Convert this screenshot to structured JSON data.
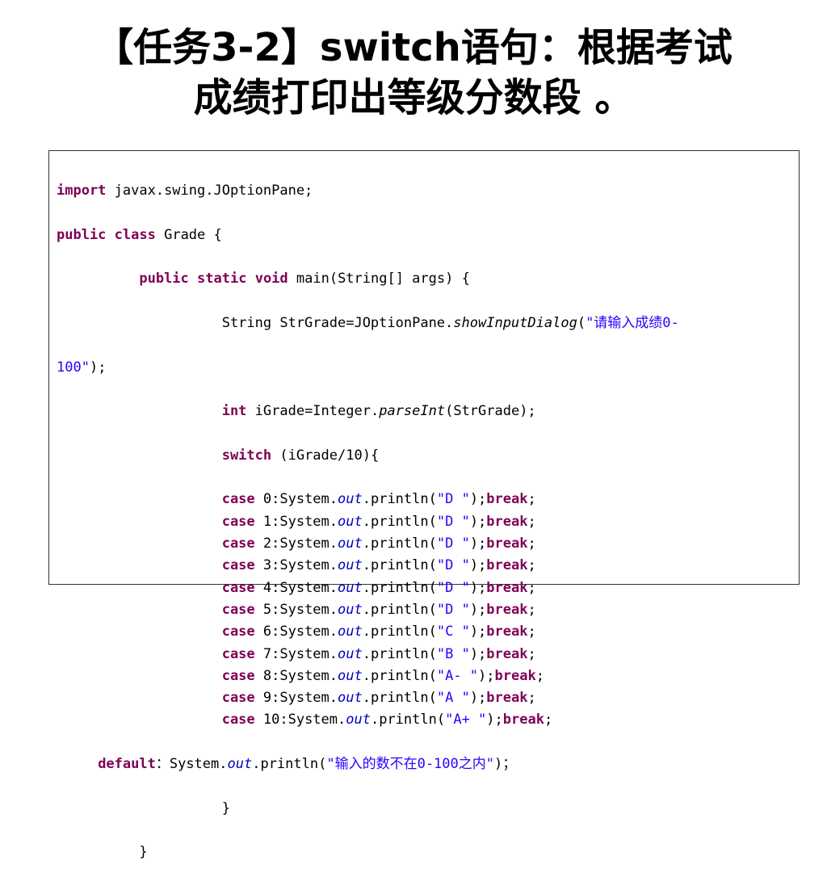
{
  "slide": {
    "title_line1": "【任务3-2】switch语句：根据考试",
    "title_line2": "成绩打印出等级分数段 。"
  },
  "code": {
    "l1": {
      "kw": "import",
      "rest": " javax.swing.JOptionPane;"
    },
    "l2": {
      "kw1": "public",
      "kw2": "class",
      "rest": " Grade {"
    },
    "l3": {
      "indent": "          ",
      "kw1": "public",
      "kw2": "static",
      "kw3": "void",
      "rest": " main(String[] args) {"
    },
    "l4": {
      "indent": "                    ",
      "pre": "String StrGrade=JOptionPane.",
      "method": "showInputDialog",
      "open": "(",
      "str": "\"请输入成绩0-"
    },
    "l5": {
      "str": "100\"",
      "rest": ");"
    },
    "l6": {
      "indent": "                    ",
      "kw": "int",
      "pre": " iGrade=Integer.",
      "method": "parseInt",
      "rest": "(StrGrade);"
    },
    "l7": {
      "indent": "                    ",
      "kw": "switch",
      "rest": " (iGrade/10){"
    },
    "cases": [
      {
        "num": " 0:System.",
        "str": "\"D \""
      },
      {
        "num": " 1:System.",
        "str": "\"D \""
      },
      {
        "num": " 2:System.",
        "str": "\"D \""
      },
      {
        "num": " 3:System.",
        "str": "\"D \""
      },
      {
        "num": " 4:System.",
        "str": "\"D \""
      },
      {
        "num": " 5:System.",
        "str": "\"D \""
      },
      {
        "num": " 6:System.",
        "str": "\"C \""
      },
      {
        "num": " 7:System.",
        "str": "\"B \""
      },
      {
        "num": " 8:System.",
        "str": "\"A- \""
      },
      {
        "num": " 9:System.",
        "str": "\"A \""
      },
      {
        "num": " 10:System.",
        "str": "\"A+ \""
      }
    ],
    "case_indent": "                    ",
    "case_kw": "case",
    "out": "out",
    "println": ".println(",
    "close": ");",
    "break_kw": "break",
    "semi": ";",
    "default": {
      "indent": "     ",
      "kw": "default",
      "pre": "：System.",
      "out": "out",
      "mid": ".println(",
      "str": "\"输入的数不在0-100之内\"",
      "rest": ")；"
    },
    "close1": {
      "indent": "                    ",
      "text": "}"
    },
    "close2": {
      "indent": "          ",
      "text": "}"
    }
  }
}
